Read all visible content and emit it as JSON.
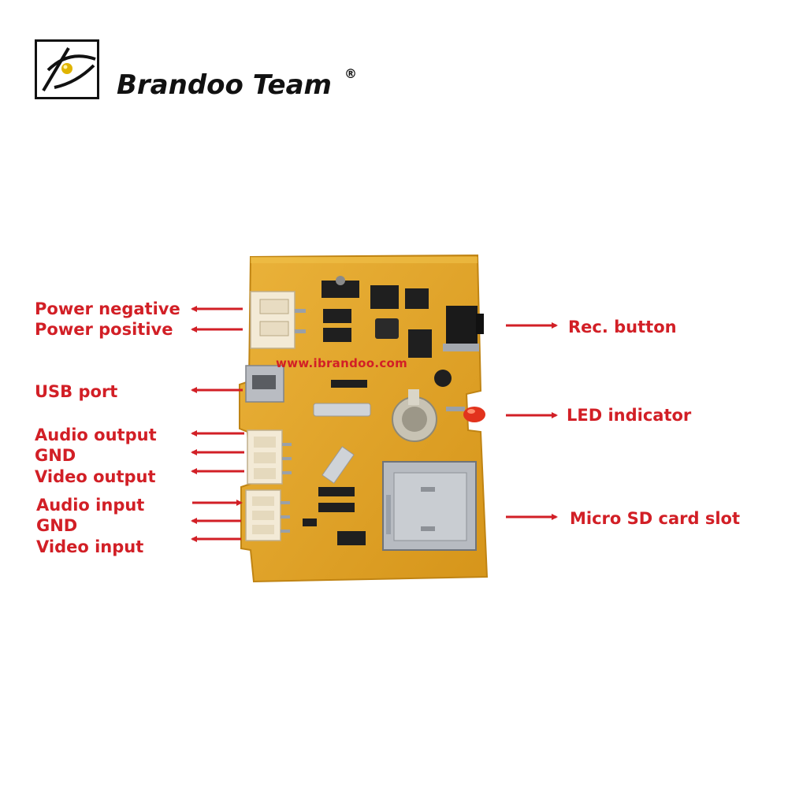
{
  "brand": {
    "name": "Brandoo Team",
    "reg_mark": "®"
  },
  "board": {
    "url_text": "www.ibrandoo.com"
  },
  "labels": {
    "power_negative": "Power negative",
    "power_positive": "Power positive",
    "usb_port": "USB port",
    "audio_output": "Audio output",
    "gnd_output": "GND",
    "video_output": "Video output",
    "audio_input": "Audio input",
    "gnd_input": "GND",
    "video_input": "Video input",
    "rec_button": "Rec. button",
    "led_indicator": "LED indicator",
    "micro_sd_slot": "Micro SD card slot"
  },
  "colors": {
    "label_red": "#d21f26",
    "board_yellow": "#e3a21e",
    "logo_gold": "#e0b400"
  }
}
